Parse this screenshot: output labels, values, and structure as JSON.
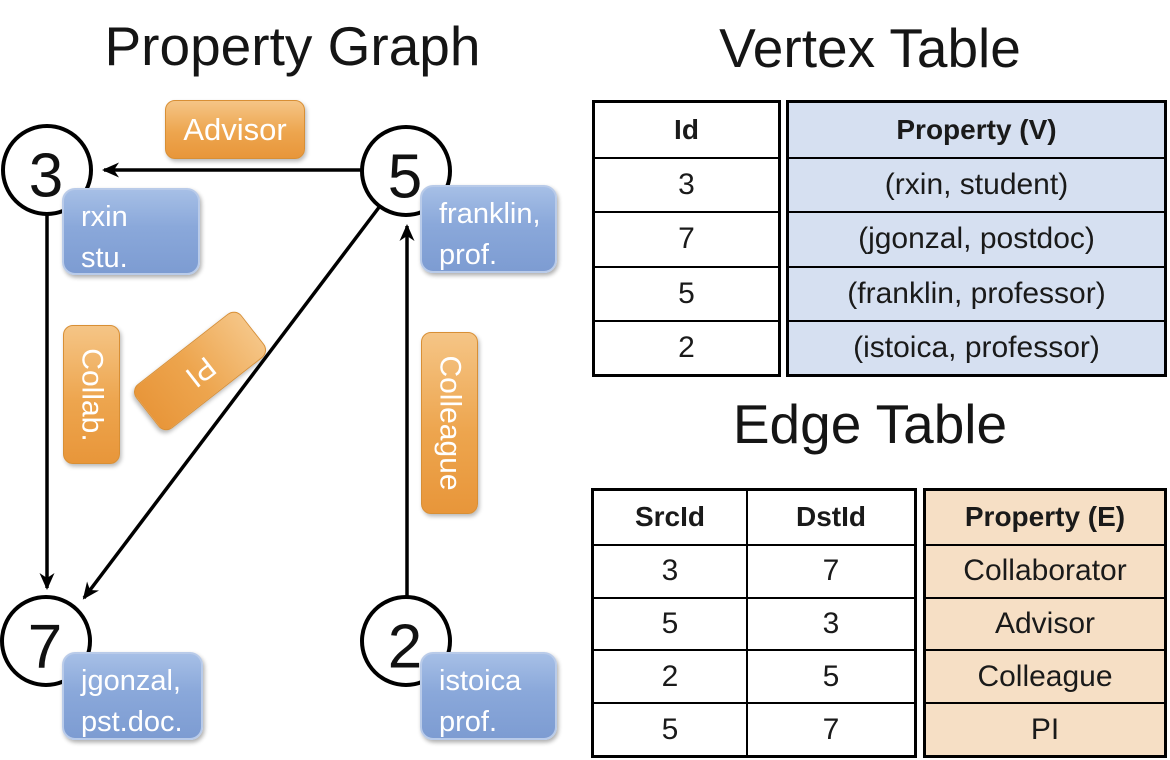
{
  "graph": {
    "title": "Property Graph",
    "nodes": [
      {
        "id": "3",
        "prop_line1": "rxin",
        "prop_line2": "stu."
      },
      {
        "id": "5",
        "prop_line1": "franklin,",
        "prop_line2": "prof."
      },
      {
        "id": "7",
        "prop_line1": "jgonzal,",
        "prop_line2": "pst.doc."
      },
      {
        "id": "2",
        "prop_line1": "istoica",
        "prop_line2": "prof."
      }
    ],
    "edge_labels": {
      "advisor": "Advisor",
      "collab": "Collab.",
      "pi": "PI",
      "colleague": "Colleague"
    }
  },
  "vertex_table": {
    "title": "Vertex Table",
    "columns": {
      "id": "Id",
      "property": "Property (V)"
    },
    "rows": [
      {
        "id": "3",
        "property": "(rxin, student)"
      },
      {
        "id": "7",
        "property": "(jgonzal, postdoc)"
      },
      {
        "id": "5",
        "property": "(franklin, professor)"
      },
      {
        "id": "2",
        "property": "(istoica, professor)"
      }
    ]
  },
  "edge_table": {
    "title": "Edge Table",
    "columns": {
      "src": "SrcId",
      "dst": "DstId",
      "property": "Property (E)"
    },
    "rows": [
      {
        "src": "3",
        "dst": "7",
        "property": "Collaborator"
      },
      {
        "src": "5",
        "dst": "3",
        "property": "Advisor"
      },
      {
        "src": "2",
        "dst": "5",
        "property": "Colleague"
      },
      {
        "src": "5",
        "dst": "7",
        "property": "PI"
      }
    ]
  },
  "colors": {
    "edge_label_orange": "#E9993D",
    "vertex_label_blue": "#87A5D7",
    "vertex_table_property_fill": "#D6E0F1",
    "edge_table_property_fill": "#F6DFC5",
    "line_black": "#000000"
  }
}
